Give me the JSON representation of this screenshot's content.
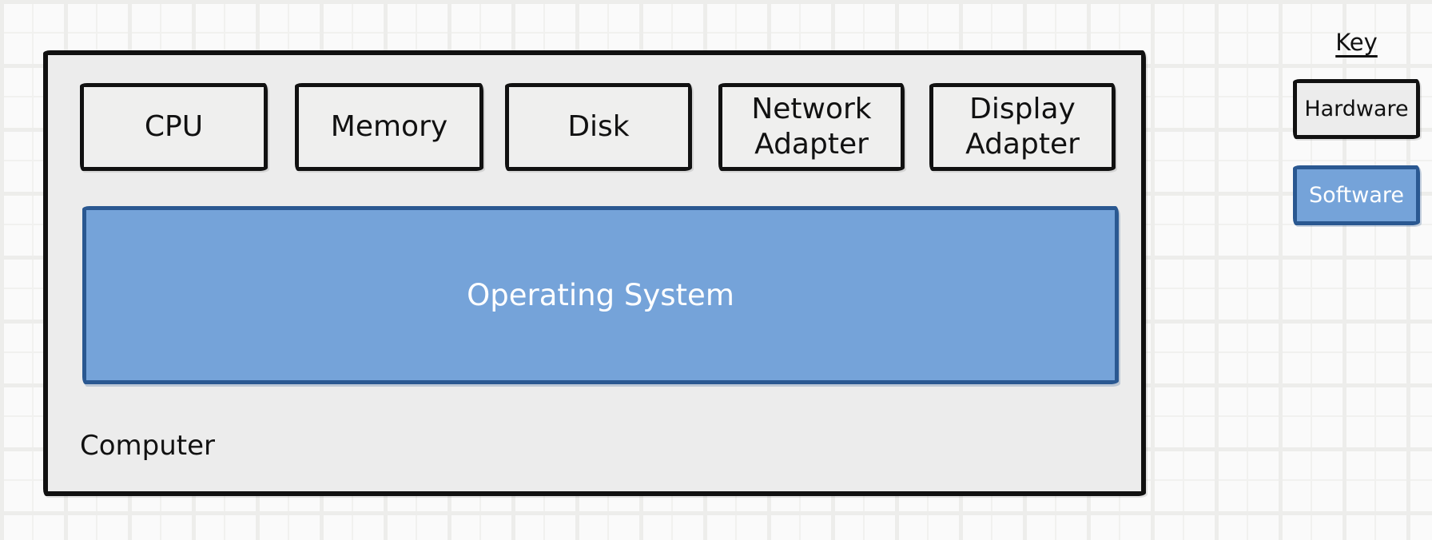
{
  "computer": {
    "label": "Computer",
    "hardware": [
      {
        "label": "CPU"
      },
      {
        "label": "Memory"
      },
      {
        "label": "Disk"
      },
      {
        "label": "Network Adapter"
      },
      {
        "label": "Display Adapter"
      }
    ],
    "software": [
      {
        "label": "Operating System"
      }
    ]
  },
  "key": {
    "title": "Key",
    "entries": [
      {
        "label": "Hardware",
        "type": "hardware"
      },
      {
        "label": "Software",
        "type": "software"
      }
    ]
  },
  "colors": {
    "canvas_bg": "#fafafa",
    "grid_line_thin": "#f1f1ef",
    "grid_line_thick": "#ededeb",
    "hardware_fill": "#ececec",
    "hardware_border": "#111111",
    "software_fill": "#75a3d9",
    "software_border": "#2a5891",
    "software_text": "#ffffff",
    "text": "#111111"
  }
}
